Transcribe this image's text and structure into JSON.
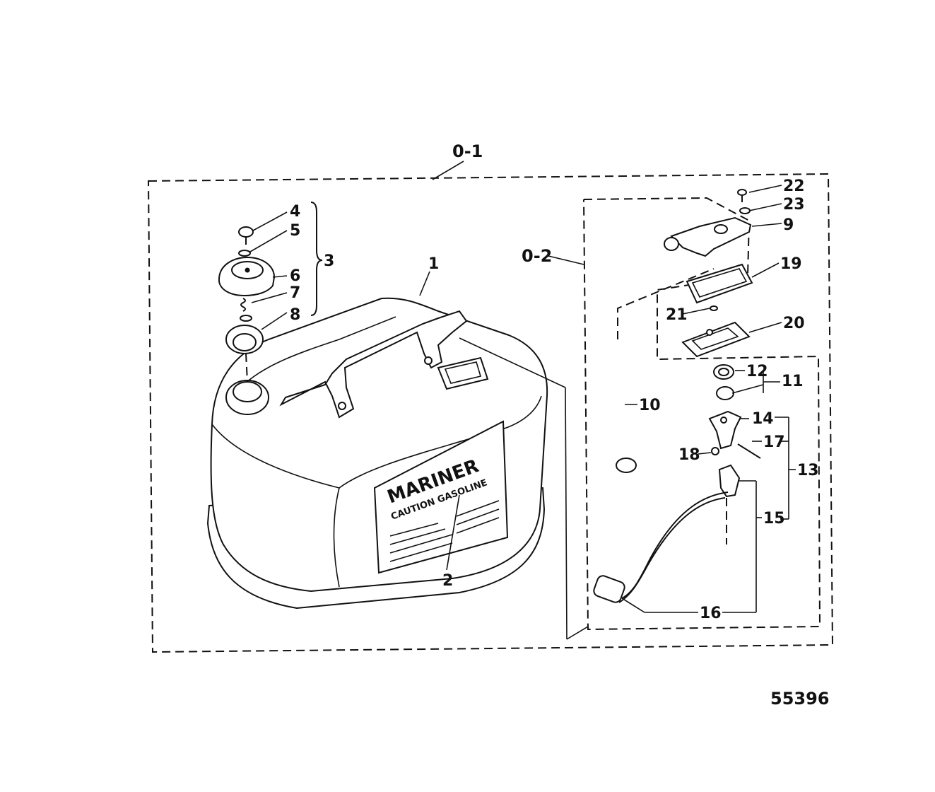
{
  "diagram": {
    "figure_number": "55396",
    "assembly_labels": {
      "overall": "0-1",
      "fuel_pickup": "0-2"
    },
    "decal": {
      "brand": "MARINER",
      "caution": "CAUTION GASOLINE"
    },
    "callouts": {
      "c1": "1",
      "c2": "2",
      "c3": "3",
      "c4": "4",
      "c5": "5",
      "c6": "6",
      "c7": "7",
      "c8": "8",
      "c9": "9",
      "c10": "10",
      "c11": "11",
      "c12": "12",
      "c13": "13",
      "c14": "14",
      "c15": "15",
      "c16": "16",
      "c17": "17",
      "c18": "18",
      "c19": "19",
      "c20": "20",
      "c21": "21",
      "c22": "22",
      "c23": "23"
    },
    "colors": {
      "ink": "#111111",
      "paper": "#ffffff"
    }
  }
}
